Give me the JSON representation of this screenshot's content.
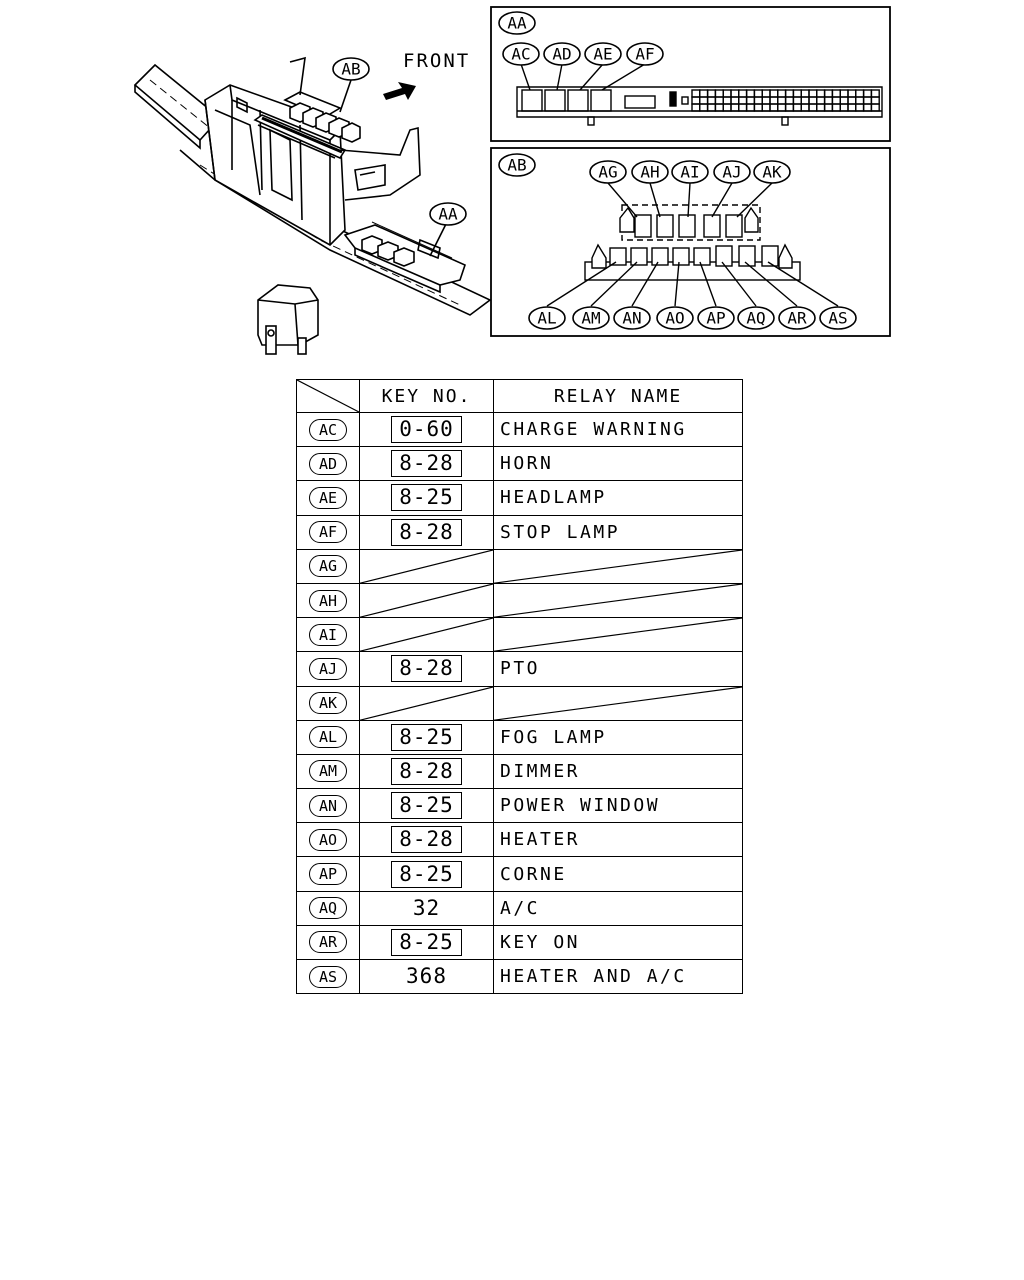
{
  "illustration": {
    "front_label": "FRONT",
    "callouts": {
      "ab": "AB",
      "aa": "AA"
    }
  },
  "panel_aa": {
    "title": "AA",
    "callouts": [
      "AC",
      "AD",
      "AE",
      "AF"
    ]
  },
  "panel_ab": {
    "title": "AB",
    "top_callouts": [
      "AG",
      "AH",
      "AI",
      "AJ",
      "AK"
    ],
    "bottom_callouts": [
      "AL",
      "AM",
      "AN",
      "AO",
      "AP",
      "AQ",
      "AR",
      "AS"
    ]
  },
  "table": {
    "headers": {
      "key_no": "KEY NO.",
      "relay_name": "RELAY NAME"
    },
    "rows": [
      {
        "code": "AC",
        "key": "0-60",
        "boxed": true,
        "name": "CHARGE WARNING"
      },
      {
        "code": "AD",
        "key": "8-28",
        "boxed": true,
        "name": "HORN"
      },
      {
        "code": "AE",
        "key": "8-25",
        "boxed": true,
        "name": "HEADLAMP"
      },
      {
        "code": "AF",
        "key": "8-28",
        "boxed": true,
        "name": "STOP LAMP"
      },
      {
        "code": "AG",
        "key": "",
        "boxed": false,
        "name": ""
      },
      {
        "code": "AH",
        "key": "",
        "boxed": false,
        "name": ""
      },
      {
        "code": "AI",
        "key": "",
        "boxed": false,
        "name": ""
      },
      {
        "code": "AJ",
        "key": "8-28",
        "boxed": true,
        "name": "PTO"
      },
      {
        "code": "AK",
        "key": "",
        "boxed": false,
        "name": ""
      },
      {
        "code": "AL",
        "key": "8-25",
        "boxed": true,
        "name": "FOG LAMP"
      },
      {
        "code": "AM",
        "key": "8-28",
        "boxed": true,
        "name": "DIMMER"
      },
      {
        "code": "AN",
        "key": "8-25",
        "boxed": true,
        "name": "POWER WINDOW"
      },
      {
        "code": "AO",
        "key": "8-28",
        "boxed": true,
        "name": "HEATER"
      },
      {
        "code": "AP",
        "key": "8-25",
        "boxed": true,
        "name": "CORNE"
      },
      {
        "code": "AQ",
        "key": "32",
        "boxed": false,
        "name": "A/C"
      },
      {
        "code": "AR",
        "key": "8-25",
        "boxed": true,
        "name": "KEY ON"
      },
      {
        "code": "AS",
        "key": "368",
        "boxed": false,
        "name": "HEATER AND A/C"
      }
    ]
  }
}
